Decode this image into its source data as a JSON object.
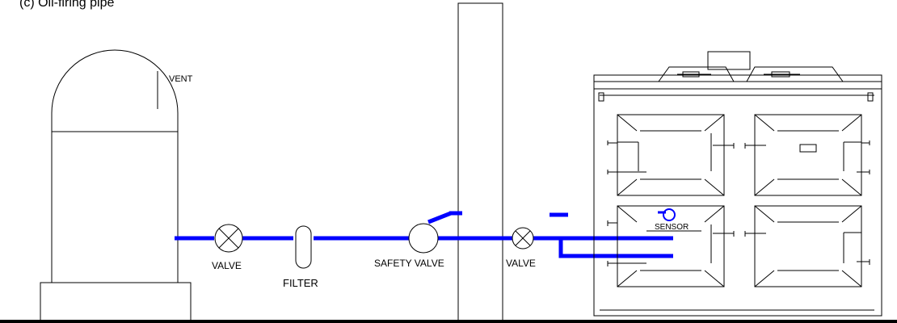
{
  "header": {
    "caption": "(c) Oil-firing pipe"
  },
  "labels": {
    "vent": "VENT",
    "valve_left": "VALVE",
    "filter": "FILTER",
    "safety_valve": "SAFETY VALVE",
    "valve_right": "VALVE",
    "sensor": "SENSOR"
  },
  "colors": {
    "pipe": "#0000ff",
    "line": "#000000",
    "background": "#ffffff"
  }
}
